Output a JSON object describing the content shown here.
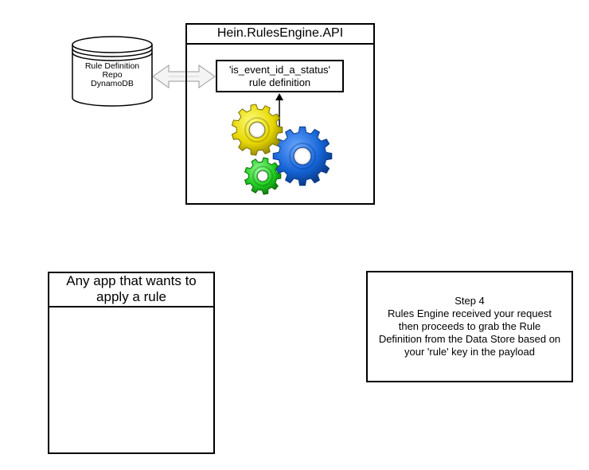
{
  "api": {
    "title": "Hein.RulesEngine.API"
  },
  "rule_definition": {
    "line1": "'is_event_id_a_status'",
    "line2": "rule definition"
  },
  "database": {
    "line1": "Rule Definition",
    "line2": "Repo",
    "line3": "DynamoDB"
  },
  "app": {
    "line1": "Any app that wants to",
    "line2": "apply a rule"
  },
  "step": {
    "lines": [
      "Step 4",
      "Rules Engine received your request",
      "then proceeds to grab the Rule",
      "Definition from the Data Store based on",
      "your 'rule' key in the payload"
    ]
  },
  "colors": {
    "gear_yellow": "#e8d800",
    "gear_blue": "#1560d8",
    "gear_green": "#22cc22",
    "arrow_fill": "#f4f4f4",
    "arrow_stroke": "#9a9a9a"
  },
  "icons": {
    "gears": "gears-icon",
    "database": "database-cylinder-icon"
  }
}
